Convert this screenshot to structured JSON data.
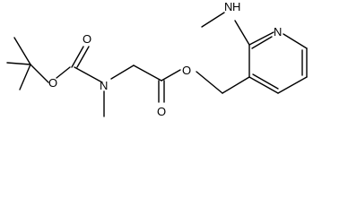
{
  "diagram": {
    "type": "chemical-structure",
    "atoms": {
      "boc_ether_o": "O",
      "boc_carbonyl_o": "O",
      "amide_n": "N",
      "ester_carbonyl_o": "O",
      "ester_o": "O",
      "pyridine_n": "N",
      "amine_nh": "N",
      "amine_nh_h": "H"
    },
    "colors": {
      "bond": "#000000",
      "label": "#000000",
      "background": "#ffffff"
    }
  }
}
